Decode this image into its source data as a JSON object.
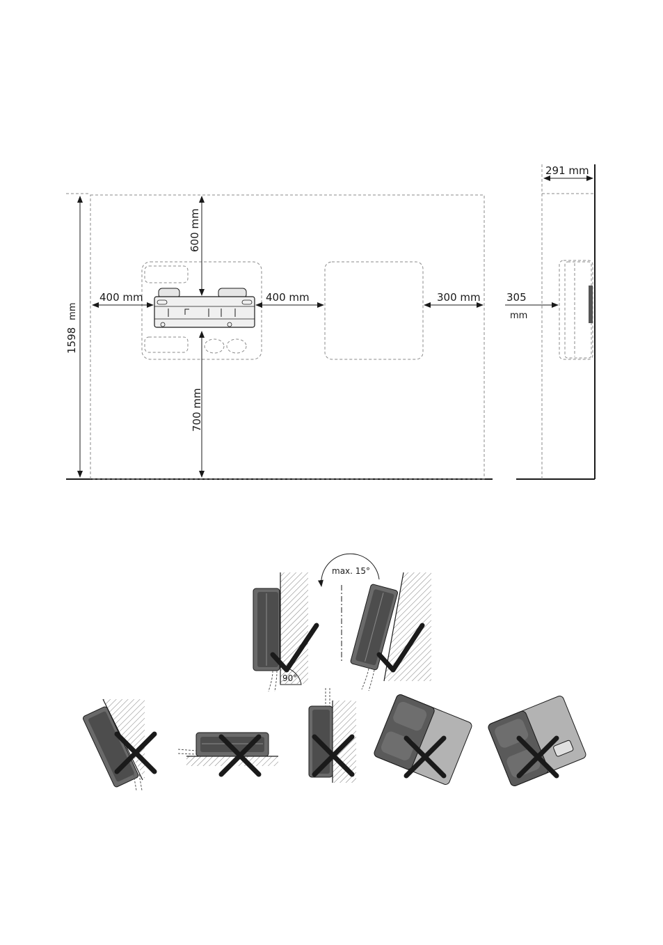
{
  "clearances": {
    "top": "600 mm",
    "bottom": "700 mm",
    "left": "400 mm",
    "between": "400 mm",
    "right": "300 mm",
    "height_value": "1598",
    "height_unit": "mm",
    "side_value": "305",
    "side_unit": "mm",
    "side_top": "291 mm"
  },
  "tilt": {
    "max_tilt": "max. 15°",
    "angle": "90°"
  },
  "allowed_positions": [
    "vertical",
    "tilted back max 15°"
  ],
  "forbidden_positions": [
    "tilted forward",
    "horizontal",
    "mounted behind",
    "tilted left",
    "tilted right"
  ],
  "colors": {
    "line": "#1a1a1a",
    "dashed": "#8a8a8a",
    "device_dark": "#5a5a5a",
    "device_light": "#a8a8a8"
  }
}
